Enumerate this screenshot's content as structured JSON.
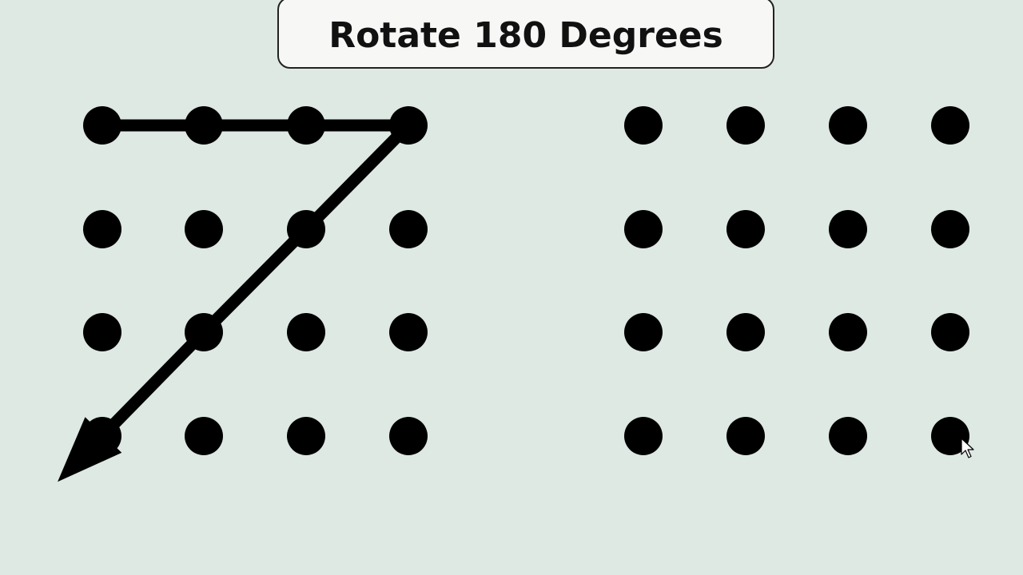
{
  "title": "Rotate 180 Degrees",
  "colors": {
    "background": "#dde9e2",
    "dot": "#000000",
    "path": "#000000",
    "title_box": "#f7f7f5"
  },
  "grid": {
    "rows": 4,
    "cols": 4
  },
  "source_pattern": [
    {
      "row": 0,
      "col": 0
    },
    {
      "row": 0,
      "col": 1
    },
    {
      "row": 0,
      "col": 2
    },
    {
      "row": 0,
      "col": 3
    },
    {
      "row": 1,
      "col": 2
    },
    {
      "row": 2,
      "col": 1
    },
    {
      "row": 3,
      "col": 0
    }
  ],
  "target_pattern": []
}
